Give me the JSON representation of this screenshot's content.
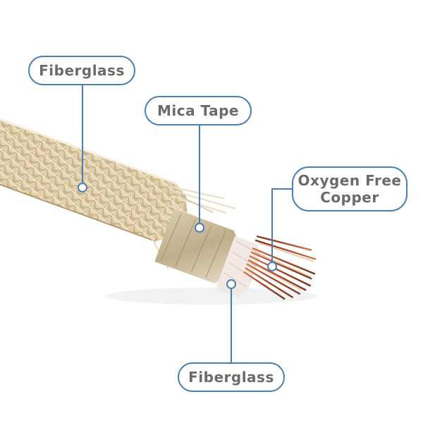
{
  "labels": {
    "fiberglass_outer": "Fiberglass",
    "mica_tape": "Mica Tape",
    "copper_line1": "Oxygen Free",
    "copper_line2": "Copper",
    "fiberglass_inner": "Fiberglass"
  },
  "colors": {
    "callout_border": "#4a7fb5",
    "callout_text": "#6b6b6b",
    "braid": "#e8d9bd",
    "copper": "#b5542c"
  },
  "icons": {
    "leader_marker": "circle-marker-icon"
  }
}
